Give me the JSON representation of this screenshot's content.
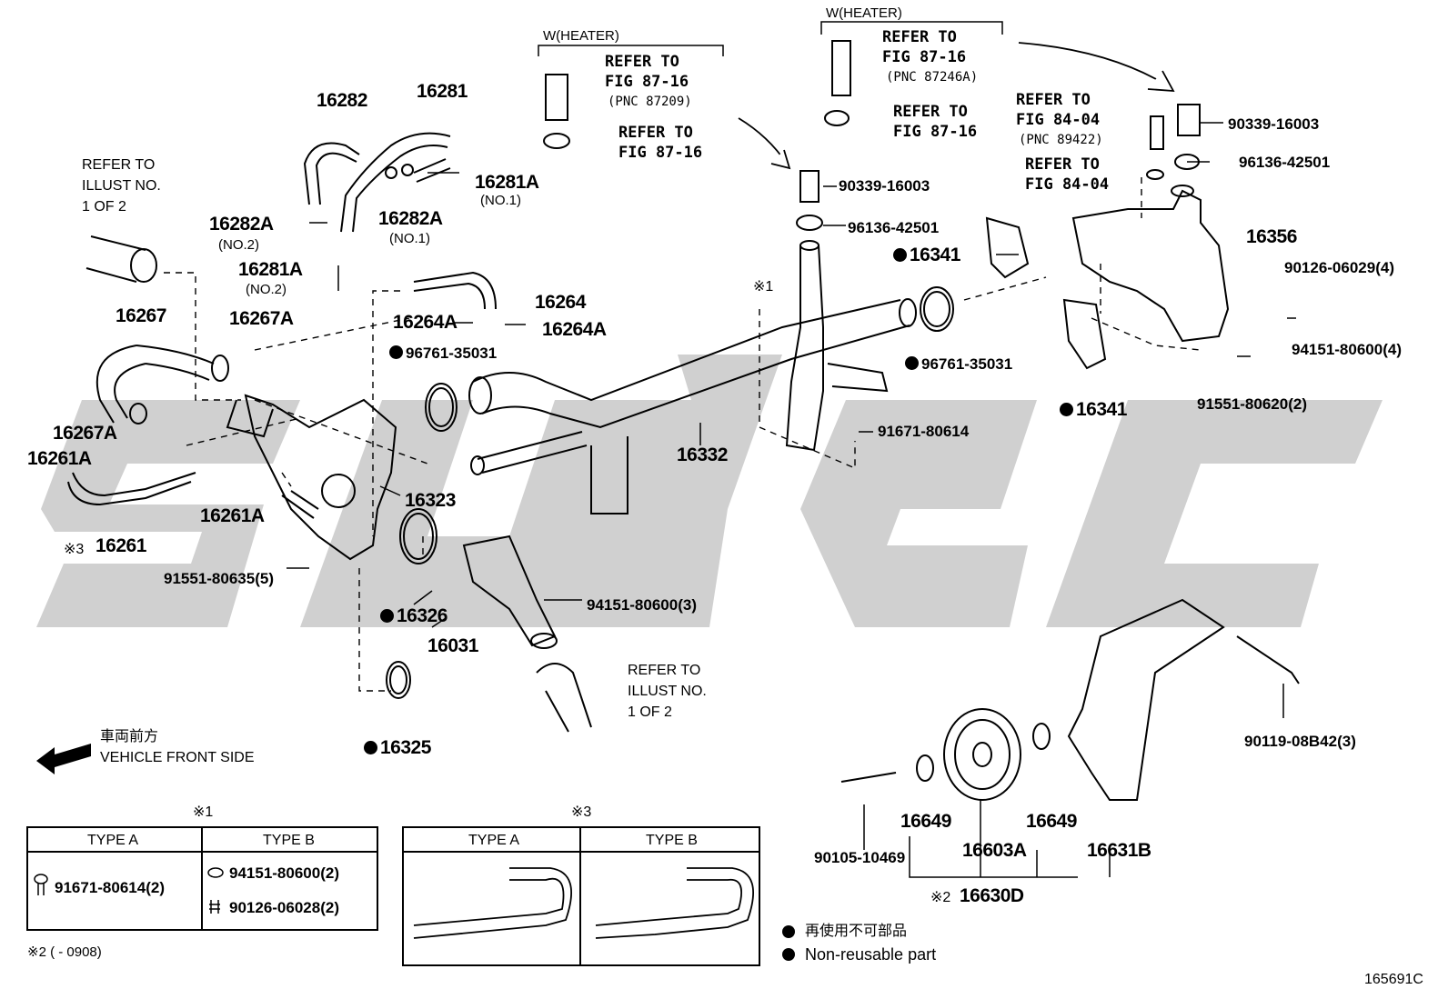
{
  "diagram_id": "165691C",
  "labels": {
    "p16282": "16282",
    "p16281": "16281",
    "p16281A_no1": "16281A",
    "no1_a": "(NO.1)",
    "p16282A_no2": "16282A",
    "no2_a": "(NO.2)",
    "p16282A_no1": "16282A",
    "no1_b": "(NO.1)",
    "p16281A_no2": "16281A",
    "no2_b": "(NO.2)",
    "p16267": "16267",
    "p16267A_top": "16267A",
    "p16267A_bot": "16267A",
    "p16261A_left": "16261A",
    "p16261A_right": "16261A",
    "p16261": "16261",
    "mark3": "※3",
    "p16264": "16264",
    "p16264A_left": "16264A",
    "p16264A_right": "16264A",
    "p96761_left": "96761-35031",
    "p96761_right": "96761-35031",
    "p16323": "16323",
    "p91551_635": "91551-80635(5)",
    "p16326": "16326",
    "p16031": "16031",
    "p94151_3": "94151-80600(3)",
    "p16325": "16325",
    "p16332": "16332",
    "mark1": "※1",
    "p91671": "91671-80614",
    "p90339_mid": "90339-16003",
    "p96136_mid": "96136-42501",
    "p16341_top": "16341",
    "p16341_bot": "16341",
    "p16356": "16356",
    "p90339_right": "90339-16003",
    "p96136_right": "96136-42501",
    "p90126_4": "90126-06029(4)",
    "p94151_4": "94151-80600(4)",
    "p91551_620": "91551-80620(2)",
    "p90119": "90119-08B42(3)",
    "p90105": "90105-10469",
    "p16649_a": "16649",
    "p16603A": "16603A",
    "p16649_b": "16649",
    "p16631B": "16631B",
    "p16630D": "16630D",
    "mark2": "※2"
  },
  "refs": {
    "refer_illust_top_1": "REFER TO",
    "refer_illust_top_2": "ILLUST NO.",
    "refer_illust_top_3": "1 OF 2",
    "heater1_title": "W(HEATER)",
    "heater1_r1_1": "REFER TO",
    "heater1_r1_2": "FIG 87-16",
    "heater1_r1_3": "(PNC 87209)",
    "heater1_r2_1": "REFER TO",
    "heater1_r2_2": "FIG 87-16",
    "heater2_title": "W(HEATER)",
    "heater2_r1_1": "REFER TO",
    "heater2_r1_2": "FIG 87-16",
    "heater2_r1_3": "(PNC 87246A)",
    "heater2_r2_1": "REFER TO",
    "heater2_r2_2": "FIG 87-16",
    "fig84_r1_1": "REFER TO",
    "fig84_r1_2": "FIG 84-04",
    "fig84_r1_3": "(PNC 89422)",
    "fig84_r2_1": "REFER TO",
    "fig84_r2_2": "FIG 84-04",
    "refer_illust_bot_1": "REFER TO",
    "refer_illust_bot_2": "ILLUST NO.",
    "refer_illust_bot_3": "1 OF 2"
  },
  "front": {
    "jp": "車両前方",
    "en": "VEHICLE FRONT SIDE"
  },
  "table1": {
    "mark": "※1",
    "type_a": "TYPE A",
    "type_b": "TYPE B",
    "a_part": "91671-80614(2)",
    "b_part1": "94151-80600(2)",
    "b_part2": "90126-06028(2)"
  },
  "table3": {
    "mark": "※3",
    "type_a": "TYPE A",
    "type_b": "TYPE B"
  },
  "footnote2": "※2 (         - 0908)",
  "legend": {
    "jp": "再使用不可部品",
    "en": "Non-reusable part"
  }
}
